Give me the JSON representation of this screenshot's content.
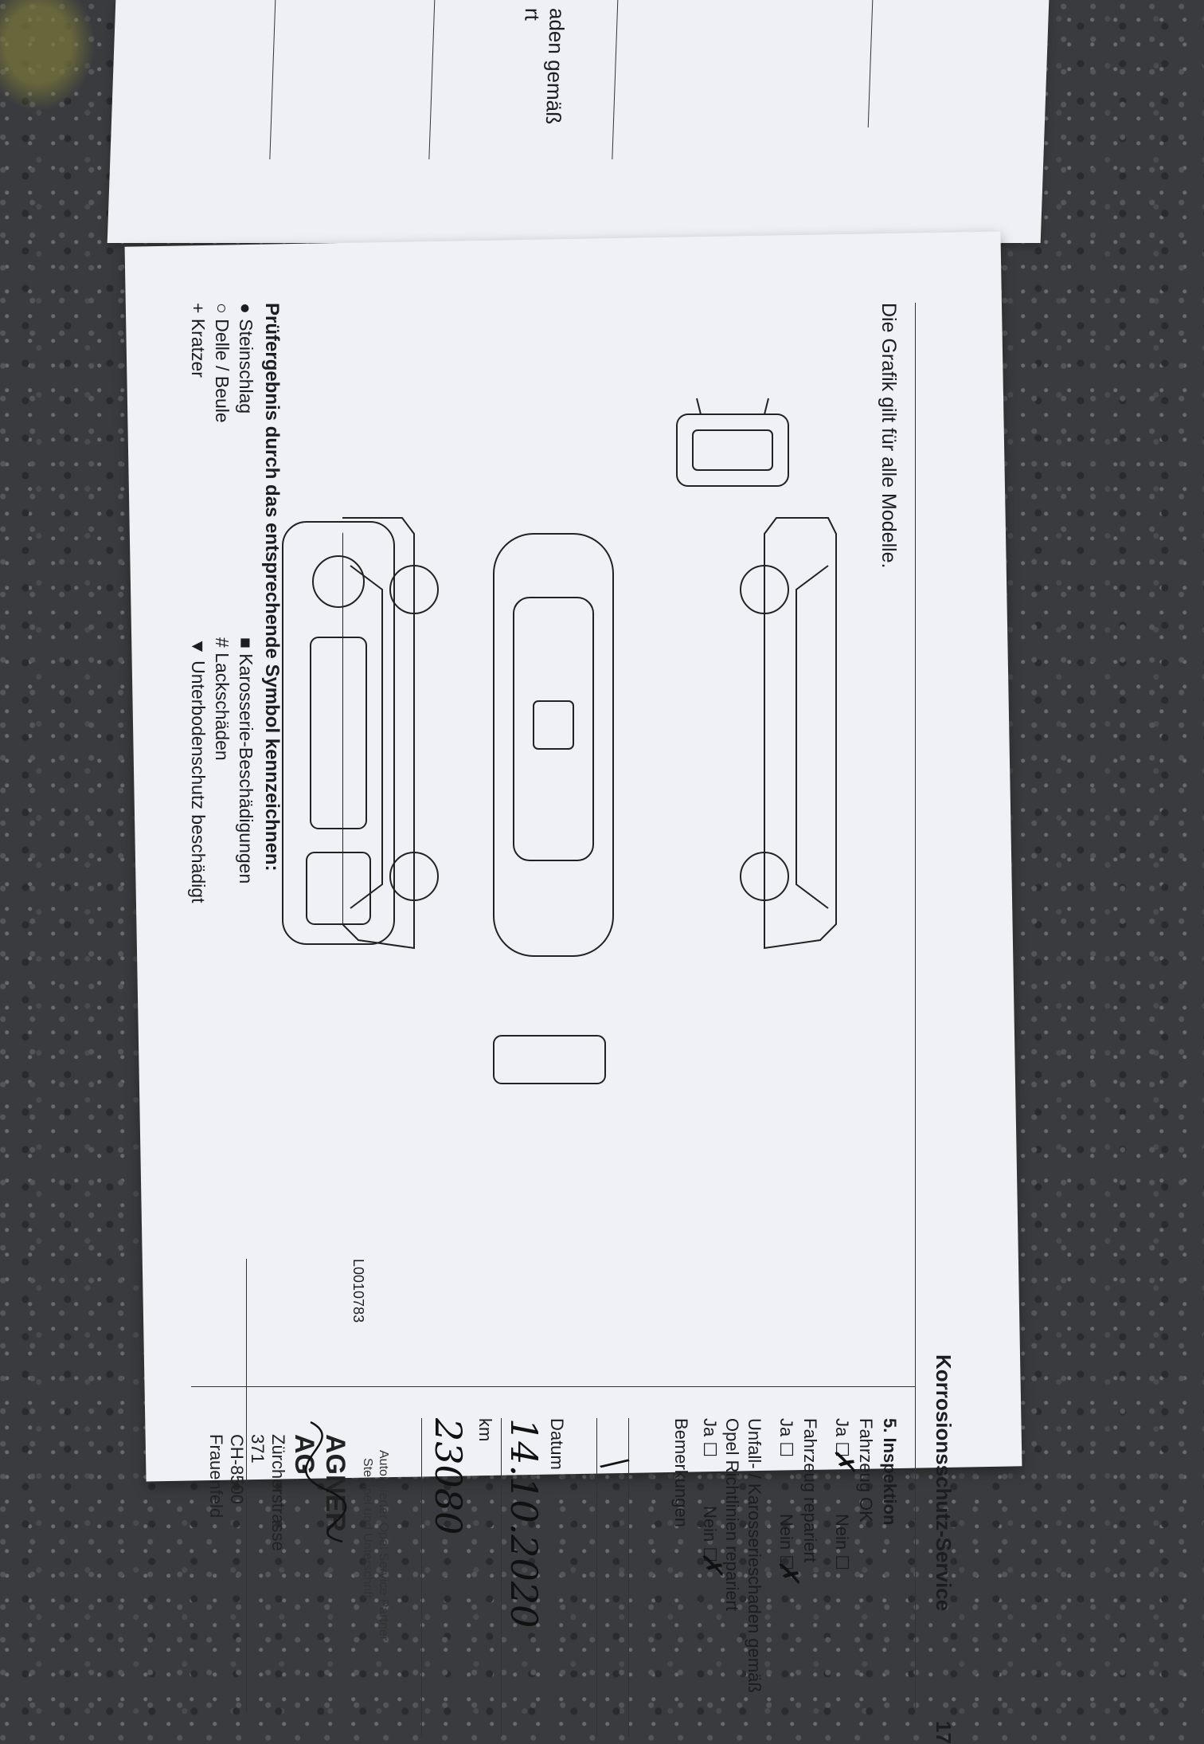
{
  "previous_page": {
    "lines": [
      "aden gemäß",
      "rt"
    ]
  },
  "header": {
    "title": "Korrosionsschutz-Service",
    "page_number": "17"
  },
  "graphic_note": "Die Grafik gilt für alle Modelle.",
  "image_code": "L0010783",
  "inspection": {
    "heading": "5. Inspektion",
    "vehicle_ok_label": "Fahrzeug OK",
    "vehicle_ok_yes": "Ja",
    "vehicle_ok_no": "Nein",
    "vehicle_repaired_label": "Fahrzeug repariert",
    "vehicle_repaired_yes": "Ja",
    "vehicle_repaired_no": "Nein",
    "accident_label_1": "Unfall- / Karosserieschaden gemäß",
    "accident_label_2": "Opel Richtlinien repariert",
    "accident_yes": "Ja",
    "accident_no": "Nein",
    "remarks_label": "Bemerkungen",
    "date_label": "Datum",
    "date_value": "14.10.2020",
    "km_label": "km",
    "km_value": "23080",
    "stamp_label_1": "Autorisierter Opel Service Partner",
    "stamp_label_2": "Stempel und Unterschrift",
    "stamp_line_1": "AGNER AG",
    "stamp_line_2": "Zürcherstrasse 371",
    "stamp_line_3": "CH-8500 Frauenfeld"
  },
  "legend": {
    "heading": "Prüfergebnis durch das entsprechende Symbol kennzeichnen:",
    "items": [
      {
        "symbol": "●",
        "label": "Steinschlag"
      },
      {
        "symbol": "○",
        "label": "Delle / Beule"
      },
      {
        "symbol": "+",
        "label": "Kratzer"
      },
      {
        "symbol": "■",
        "label": "Karosserie-Beschädigungen"
      },
      {
        "symbol": "#",
        "label": "Lackschäden"
      },
      {
        "symbol": "▼",
        "label": "Unterbodenschutz beschädigt"
      }
    ]
  },
  "colors": {
    "paper": "#eff1f6",
    "ink": "#1c1c22",
    "ground": "#3a3b3e"
  }
}
